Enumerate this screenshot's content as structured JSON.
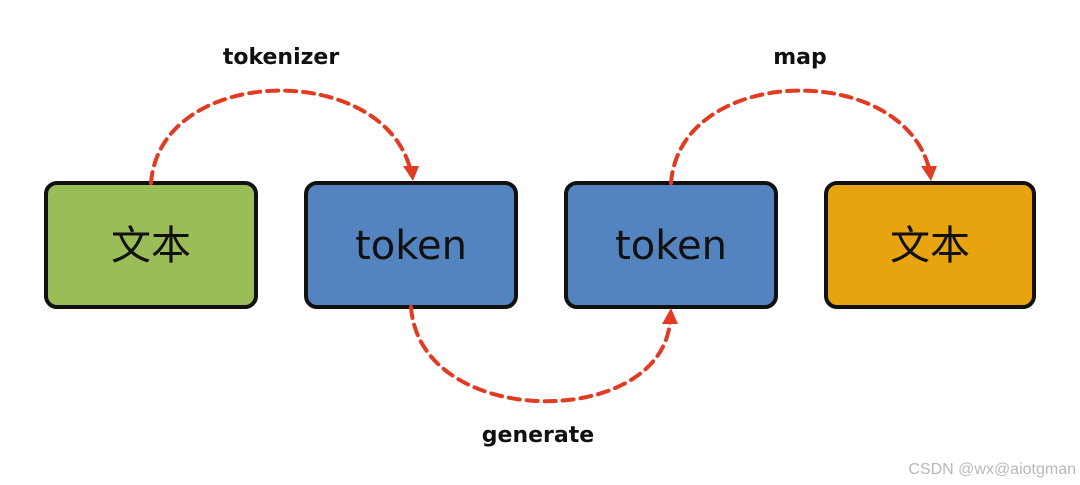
{
  "nodes": [
    {
      "label": "文本",
      "color": "#9bbd57"
    },
    {
      "label": "token",
      "color": "#5484bf"
    },
    {
      "label": "token",
      "color": "#5484bf"
    },
    {
      "label": "文本",
      "color": "#e8a40f"
    }
  ],
  "edges": [
    {
      "label": "tokenizer",
      "from": 0,
      "to": 1
    },
    {
      "label": "generate",
      "from": 1,
      "to": 2
    },
    {
      "label": "map",
      "from": 2,
      "to": 3
    }
  ],
  "colors": {
    "arrow": "#e23b23",
    "border": "#111111"
  },
  "watermark": "CSDN @wx@aiotgman"
}
